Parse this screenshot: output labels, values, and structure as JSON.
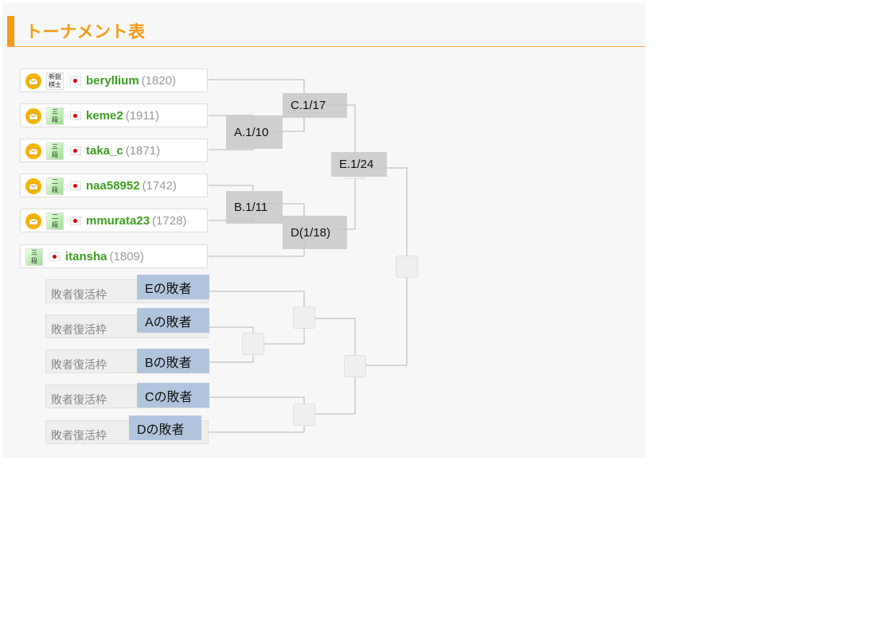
{
  "title": "トーナメント表",
  "players": [
    {
      "name": "beryllium",
      "rating": "(1820)",
      "has_mail": true,
      "rank_icon": "新鋭棋士",
      "rank_text": "新鋭棋士"
    },
    {
      "name": "keme2",
      "rating": "(1911)",
      "has_mail": true,
      "rank_icon": "三段",
      "rank_text": "三段"
    },
    {
      "name": "taka_c",
      "rating": "(1871)",
      "has_mail": true,
      "rank_icon": "三段",
      "rank_text": "三段"
    },
    {
      "name": "naa58952",
      "rating": "(1742)",
      "has_mail": true,
      "rank_icon": "二段",
      "rank_text": "二段"
    },
    {
      "name": "mmurata23",
      "rating": "(1728)",
      "has_mail": true,
      "rank_icon": "二段",
      "rank_text": "二段"
    },
    {
      "name": "itansha",
      "rating": "(1809)",
      "has_mail": false,
      "rank_icon": "三段",
      "rank_text": "三段"
    }
  ],
  "repechage": [
    {
      "slot_label": "敗者復活枠",
      "loser_label": "Eの敗者"
    },
    {
      "slot_label": "敗者復活枠",
      "loser_label": "Aの敗者"
    },
    {
      "slot_label": "敗者復活枠",
      "loser_label": "Bの敗者"
    },
    {
      "slot_label": "敗者復活枠",
      "loser_label": "Cの敗者"
    },
    {
      "slot_label": "敗者復活枠",
      "loser_label": "Dの敗者"
    }
  ],
  "matches": {
    "a": "A.1/10",
    "b": "B.1/11",
    "c": "C.1/17",
    "d": "D(1/18)",
    "e": "E.1/24"
  },
  "colors": {
    "accent": "#f39c12",
    "player_name": "#3c9d1e",
    "loser_box": "#b0c4de",
    "bracket_line": "#b5b5b5"
  }
}
